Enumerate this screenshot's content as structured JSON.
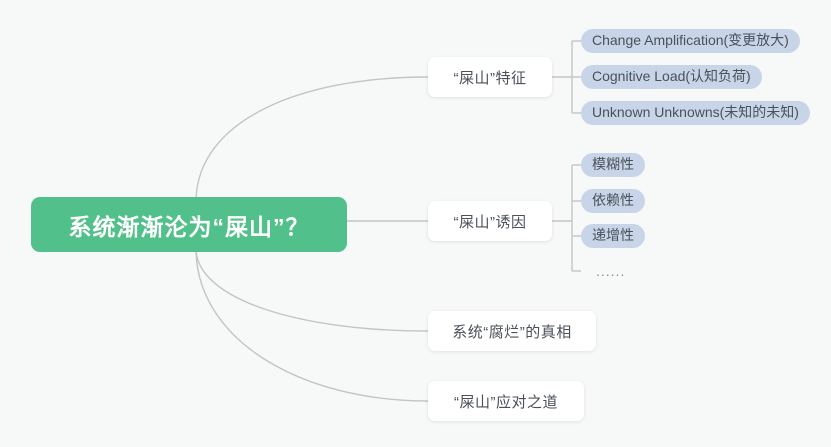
{
  "canvas": {
    "background_color": "#f7f8f8",
    "edge_color": "#c2c4c6"
  },
  "root": {
    "label": "系统渐渐沦为“屎山”？",
    "background_color": "#52c08a",
    "text_color": "#ffffff"
  },
  "branches": [
    {
      "id": "branch-0",
      "label": "“屎山”特征",
      "children": [
        {
          "label": "Change Amplification(变更放大)",
          "style": "pill"
        },
        {
          "label": "Cognitive Load(认知负荷)",
          "style": "pill"
        },
        {
          "label": "Unknown Unknowns(未知的未知)",
          "style": "pill"
        }
      ]
    },
    {
      "id": "branch-1",
      "label": "“屎山”诱因",
      "children": [
        {
          "label": "模糊性",
          "style": "pill"
        },
        {
          "label": "依赖性",
          "style": "pill"
        },
        {
          "label": "递增性",
          "style": "pill"
        },
        {
          "label": "......",
          "style": "plain"
        }
      ]
    },
    {
      "id": "branch-2",
      "label": "系统“腐烂”的真相",
      "children": []
    },
    {
      "id": "branch-3",
      "label": "“屎山”应对之道",
      "children": []
    }
  ],
  "colors": {
    "leaf_pill_background": "#c8d5e9",
    "leaf_pill_text": "#4a5159",
    "branch_background": "#ffffff",
    "branch_text": "#4a5159"
  }
}
